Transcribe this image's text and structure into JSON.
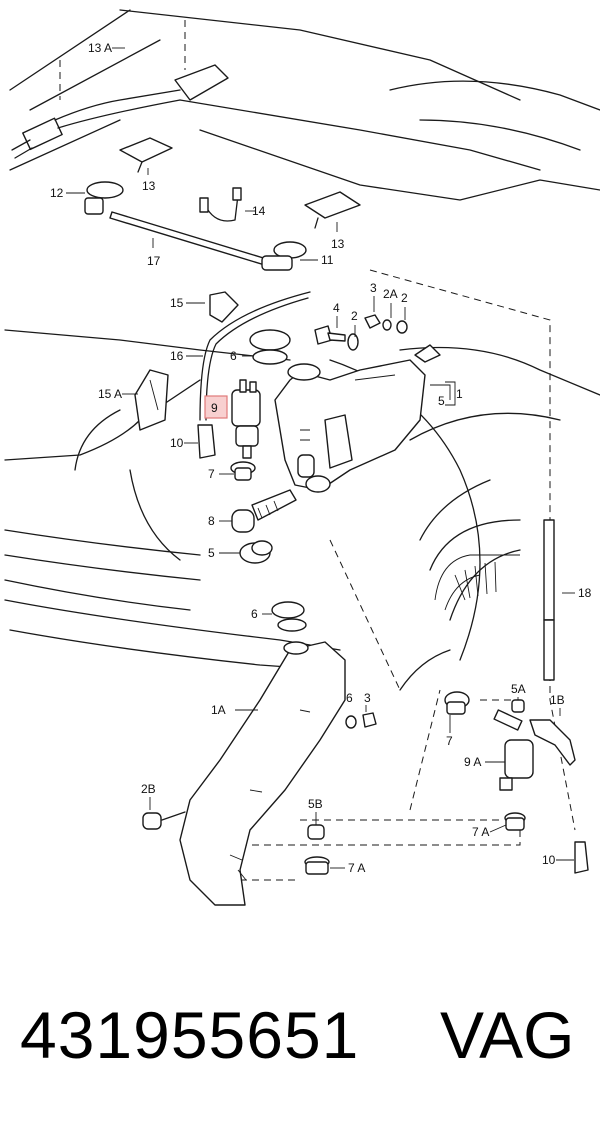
{
  "labels": {
    "l13a": "13 A",
    "l12": "12",
    "l13": "13",
    "l13b": "13",
    "l14": "14",
    "l17": "17",
    "l11": "11",
    "l15": "15",
    "l16": "16",
    "l6": "6",
    "l15a": "15 A",
    "l9": "9",
    "l10": "10",
    "l7": "7",
    "l8": "8",
    "l5": "5",
    "l6b": "6",
    "l4": "4",
    "l2": "2",
    "l3": "3",
    "l2a": "2A",
    "l2b2": "2",
    "l5r": "5",
    "l1": "1",
    "l18": "18",
    "l1a": "1A",
    "l6c": "6",
    "l3b": "3",
    "l2b": "2B",
    "l5b": "5B",
    "l7a": "7 A",
    "l5a": "5A",
    "l1b": "1B",
    "l7b": "7",
    "l9a": "9 A",
    "l7a2": "7 A",
    "l10b": "10"
  },
  "highlight": {
    "color": "#f8d0d0",
    "border": "#e07a7a",
    "label_ref": "9"
  },
  "footer": {
    "part_number": "431955651",
    "brand": "VAG"
  }
}
